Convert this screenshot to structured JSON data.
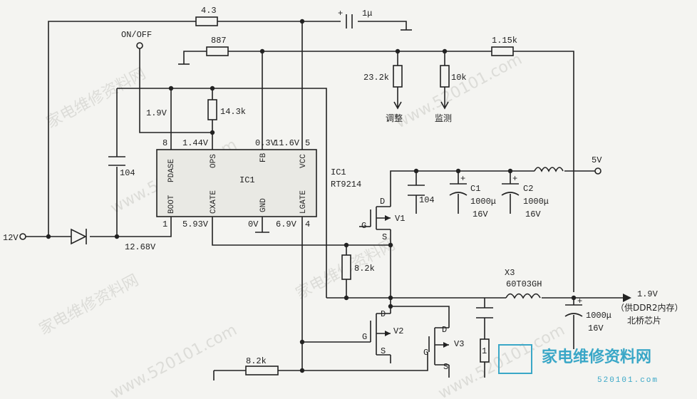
{
  "watermarks": [
    "家电维修资料网",
    "www.520101.com"
  ],
  "ic": {
    "name": "IC1",
    "part": "RT9214",
    "pins": {
      "pdase": "PDASE",
      "ops": "OPS",
      "fb": "FB",
      "vcc": "VCC",
      "boot": "BOOT",
      "cxate": "CXATE",
      "gnd": "GND",
      "lgate": "LGATE"
    },
    "pin_numbers": {
      "p8": "8",
      "p5": "5",
      "p1": "1",
      "p4": "4"
    },
    "voltages": {
      "ops": "1.44V",
      "fb": "0.3V",
      "vcc": "11.6V",
      "cxate": "5.93V",
      "gnd": "0V",
      "lgate": "6.9V"
    }
  },
  "components": {
    "r_top": "4.3",
    "c_top": "1μ",
    "r_887": "887",
    "r_115k": "1.15k",
    "r_232k": "23.2k",
    "r_10k": "10k",
    "r_143k": "14.3k",
    "c_boot": "104",
    "r_82k_a": "8.2k",
    "r_82k_b": "8.2k",
    "c_104_out": "104",
    "c1_name": "C1",
    "c1_val": "1000μ",
    "c1_volt": "16V",
    "c2_name": "C2",
    "c2_val": "1000μ",
    "c2_volt": "16V",
    "c3_val": "1000μ",
    "c3_volt": "16V",
    "x3_name": "X3",
    "x3_part": "60T03GH",
    "v1": "V1",
    "v2": "V2",
    "v3": "V3",
    "r_small": "1"
  },
  "nets": {
    "onoff": "ON/OFF",
    "v_19_left": "1.9V",
    "v_12_in": "12V",
    "v_1268": "12.68V",
    "v_5": "5V",
    "v_out": "1.9V",
    "out_note_1": "（供DDR2内存）",
    "out_note_2": "北桥芯片",
    "adj": "调整",
    "mon": "监测"
  },
  "fet_pins": {
    "d": "D",
    "g": "G",
    "s": "S"
  },
  "logo": {
    "text": "家电维修资料网",
    "sub": "520101.com"
  }
}
